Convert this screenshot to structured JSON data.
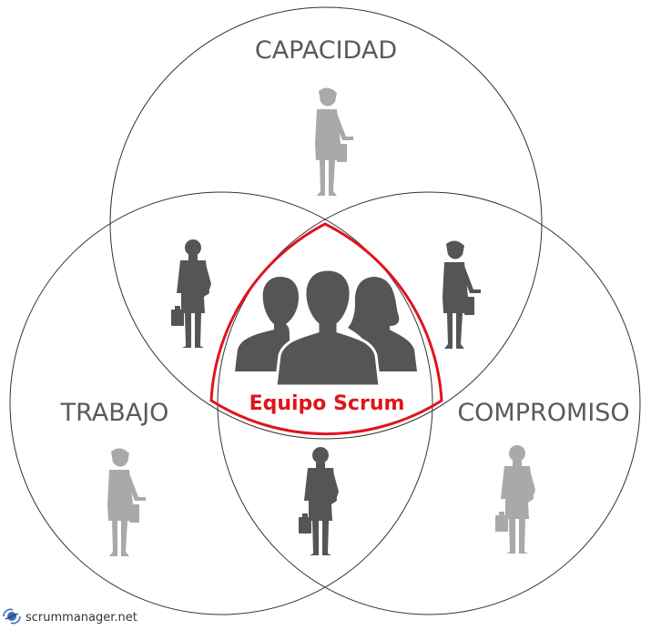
{
  "diagram": {
    "circles": {
      "top": "CAPACIDAD",
      "left": "TRABAJO",
      "right": "COMPROMISO"
    },
    "center_label": "Equipo Scrum",
    "footer": "scrummanager.net"
  },
  "colors": {
    "circle_stroke": "#333333",
    "center_stroke": "#e0141b",
    "label_text": "#5a5a5a",
    "figure_dark": "#555555",
    "figure_light": "#a9a9a9",
    "team_silhouette": "#555555"
  },
  "icons": {
    "team": "team-silhouette-icon",
    "businessman": "businessman-icon",
    "businesswoman": "businesswoman-icon",
    "logo": "scrum-logo-icon"
  }
}
